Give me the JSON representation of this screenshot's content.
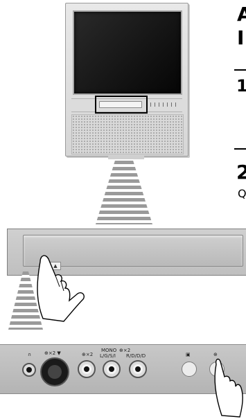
{
  "text_fragments": {
    "line1": "A",
    "line2": "I",
    "line3": "1",
    "line4": "2",
    "line5": "Q"
  },
  "connector_panel": {
    "headphone": "∩",
    "svideo": "⊕×2 ▼",
    "av2": "⊕×2",
    "mono": "MONO",
    "lgsi": "L/G/S/I",
    "rdd": "R/D/D/D",
    "av2b": "⊕×2",
    "cam": "▣",
    "push_button": "⊕"
  },
  "flap_label": "▲"
}
